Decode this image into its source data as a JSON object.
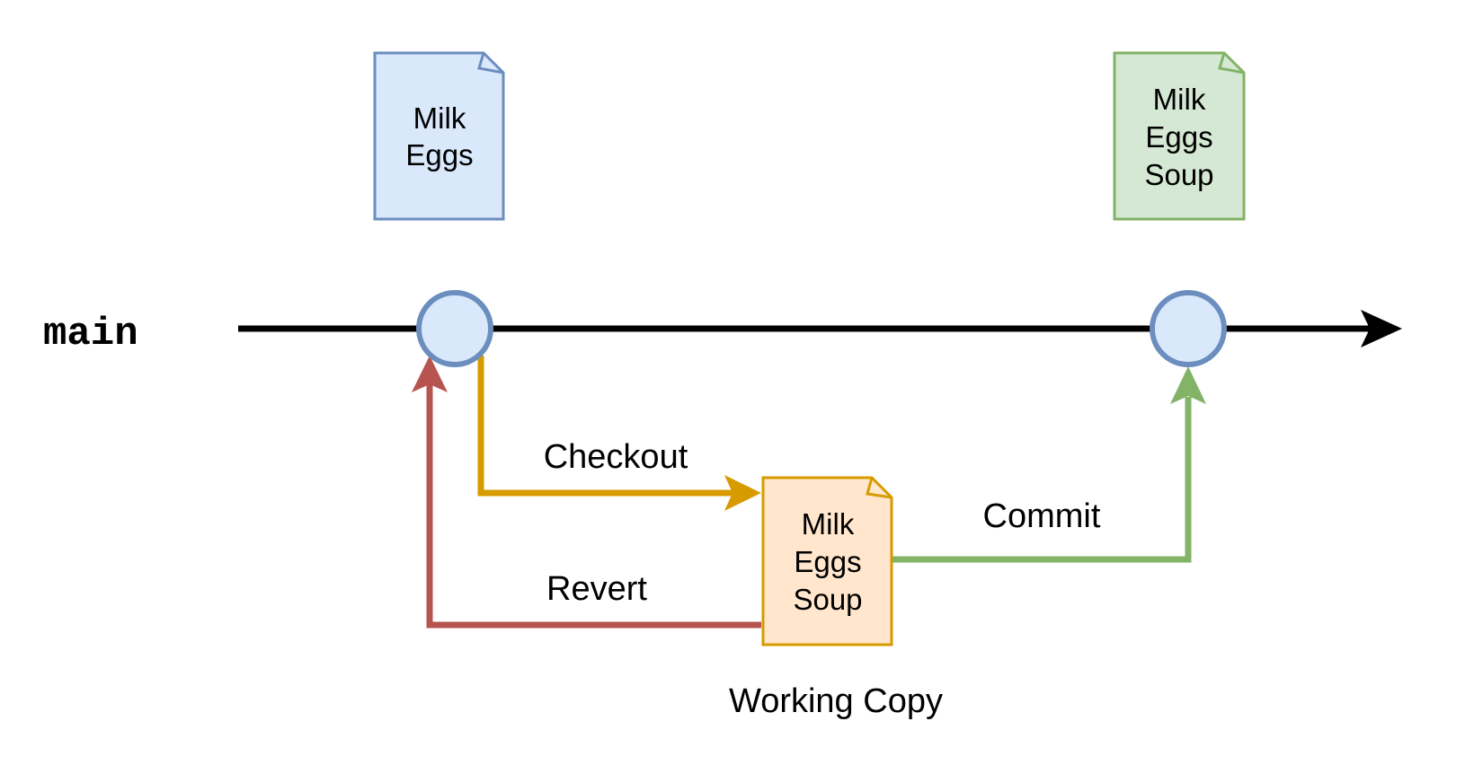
{
  "diagram": {
    "branch": {
      "label": "main"
    },
    "commits": [
      {
        "id": "commit-before",
        "document": {
          "lines": [
            "Milk",
            "Eggs"
          ],
          "fill": "#dae8fc",
          "stroke": "#6c8ebf"
        },
        "node_fill": "#dae8fc",
        "node_stroke": "#6c8ebf"
      },
      {
        "id": "commit-after",
        "document": {
          "lines": [
            "Milk",
            "Eggs",
            "Soup"
          ],
          "fill": "#d5e8d4",
          "stroke": "#82b366"
        },
        "node_fill": "#dae8fc",
        "node_stroke": "#6c8ebf"
      }
    ],
    "working_copy": {
      "label": "Working Copy",
      "lines": [
        "Milk",
        "Eggs",
        "Soup"
      ],
      "fill": "#ffe6cc",
      "stroke": "#d79b00"
    },
    "edges": {
      "checkout": {
        "label": "Checkout",
        "color": "#d79b00"
      },
      "revert": {
        "label": "Revert",
        "color": "#b85450"
      },
      "commit": {
        "label": "Commit",
        "color": "#82b366"
      }
    },
    "timeline_color": "#000000"
  }
}
